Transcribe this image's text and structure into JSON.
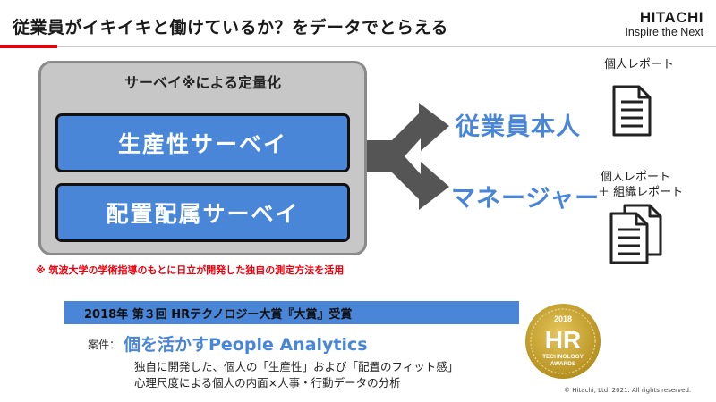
{
  "header": {
    "title": "従業員がイキイキと働けているか？をデータでとらえる",
    "brand": "HITACHI",
    "tagline": "Inspire the Next"
  },
  "survey": {
    "title": "サーベイ※による定量化",
    "items": [
      "生産性サーベイ",
      "配置配属サーベイ"
    ]
  },
  "targets": {
    "employee": "従業員本人",
    "manager": "マネージャー"
  },
  "reports": {
    "employee_report": "個人レポート",
    "manager_report_line1": "個人レポート",
    "manager_report_line2": "＋ 組織レポート"
  },
  "note": "※ 筑波大学の学術指導のもとに日立が開発した独自の測定方法を活用",
  "award": {
    "bar_text": "2018年 第３回 HRテクノロジー大賞『大賞』受賞",
    "case_label": "案件：",
    "case_title": "個を活かすPeople Analytics",
    "desc_line1": "独自に開発した、個人の「生産性」および「配置のフィット感」",
    "desc_line2": "心理尺度による個人の内面×人事・行動データの分析",
    "badge_year": "2018",
    "badge_main": "HR",
    "badge_sub1": "TECHNOLOGY",
    "badge_sub2": "AWARDS"
  },
  "copyright": "© Hitachi, Ltd. 2021. All rights reserved.",
  "colors": {
    "accent_blue": "#4a86d8",
    "accent_red": "#e8000d",
    "panel_gray": "#c7c7c7",
    "badge_gold": "#c9a227"
  },
  "icons": {
    "single_report": "document-icon",
    "multi_report": "documents-stack-icon",
    "arrow": "split-arrow-icon",
    "badge": "award-badge-icon"
  }
}
